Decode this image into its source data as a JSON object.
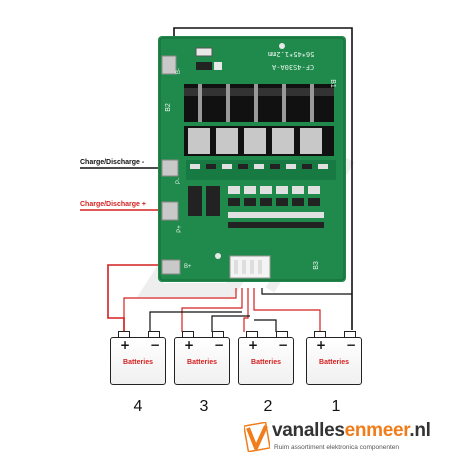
{
  "labels": {
    "charge_discharge_neg": "Charge/Discharge -",
    "charge_discharge_pos": "Charge/Discharge +"
  },
  "board": {
    "model": "CF-4S30A-A",
    "size": "56*45*1.2mm",
    "pad_b_minus": "B-",
    "pad_p_minus": "P-",
    "pad_p_plus": "P+",
    "pad_b_plus": "B+",
    "tag_b1": "B1",
    "tag_b2": "B2",
    "tag_b3": "B3"
  },
  "batteries": [
    {
      "label": "Batteries",
      "number": "4",
      "plus": "+",
      "minus": "−"
    },
    {
      "label": "Batteries",
      "number": "3",
      "plus": "+",
      "minus": "−"
    },
    {
      "label": "Batteries",
      "number": "2",
      "plus": "+",
      "minus": "−"
    },
    {
      "label": "Batteries",
      "number": "1",
      "plus": "+",
      "minus": "−"
    }
  ],
  "logo": {
    "name_part1": "vanalles",
    "name_part2": "enmeer",
    "name_part3": ".nl",
    "tagline": "Ruim assortiment elektronica componenten"
  },
  "colors": {
    "pcb": "#1f8a4c",
    "pcb_dark": "#156b39",
    "wire_red": "#d42020",
    "wire_black": "#111111",
    "accent": "#f07c1a"
  }
}
